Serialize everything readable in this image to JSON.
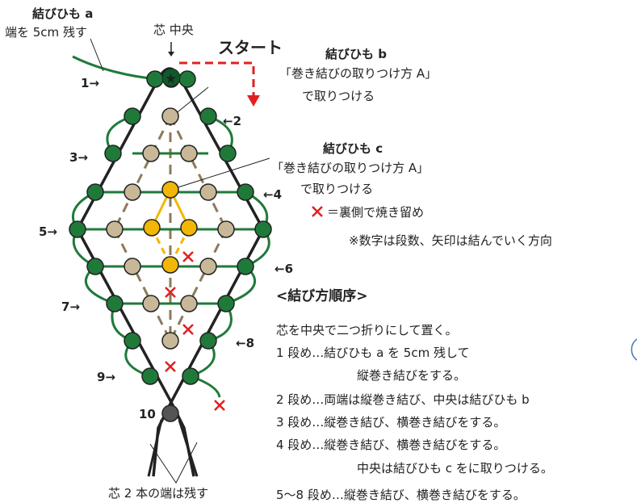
{
  "labels": {
    "cord_a_title": "結びひも a",
    "cord_a_note": "端を 5cm 残す",
    "core_center": "芯 中央",
    "start": "スタート",
    "cord_b_title": "結びひも b",
    "cord_b_line1": "「巻き結びの取りつけ方 A」",
    "cord_b_line2": "で取りつける",
    "cord_c_title": "結びひも c",
    "cord_c_line1": "「巻き結びの取りつけ方 A」",
    "cord_c_line2": "で取りつける",
    "legend_x": "＝裏側で焼き留め",
    "legend_note": "※数字は段数、矢印は結んでいく方向",
    "core_ends": "芯 2 本の端は残す",
    "star": "★"
  },
  "rows": [
    {
      "label": "1→"
    },
    {
      "label": "←2"
    },
    {
      "label": "3→"
    },
    {
      "label": "←4"
    },
    {
      "label": "5→"
    },
    {
      "label": "←6"
    },
    {
      "label": "7→"
    },
    {
      "label": "←8"
    },
    {
      "label": "9→"
    },
    {
      "label": "10"
    }
  ],
  "procedure": {
    "heading": "<結び方順序>",
    "lines": [
      "芯を中央で二つ折りにして置く。",
      "1 段め…結びひも a を 5cm 残して",
      "縦巻き結びをする。",
      "2 段め…両端は縦巻き結び、中央は結びひも b",
      "3 段め…縦巻き結び、横巻き結びをする。",
      "4 段め…縦巻き結び、横巻き結びをする。",
      "中央は結びひも c をに取りつける。",
      "5～8 段め…縦巻き結び、横巻き結びをする。"
    ]
  },
  "colors": {
    "green": "#1f7a3a",
    "dark_green": "#0f5a2a",
    "tan": "#c8b898",
    "gold": "#f2b705",
    "red": "#e02020",
    "black": "#222222",
    "dash_brown": "#8c7a5a",
    "core_gray": "#555555"
  }
}
